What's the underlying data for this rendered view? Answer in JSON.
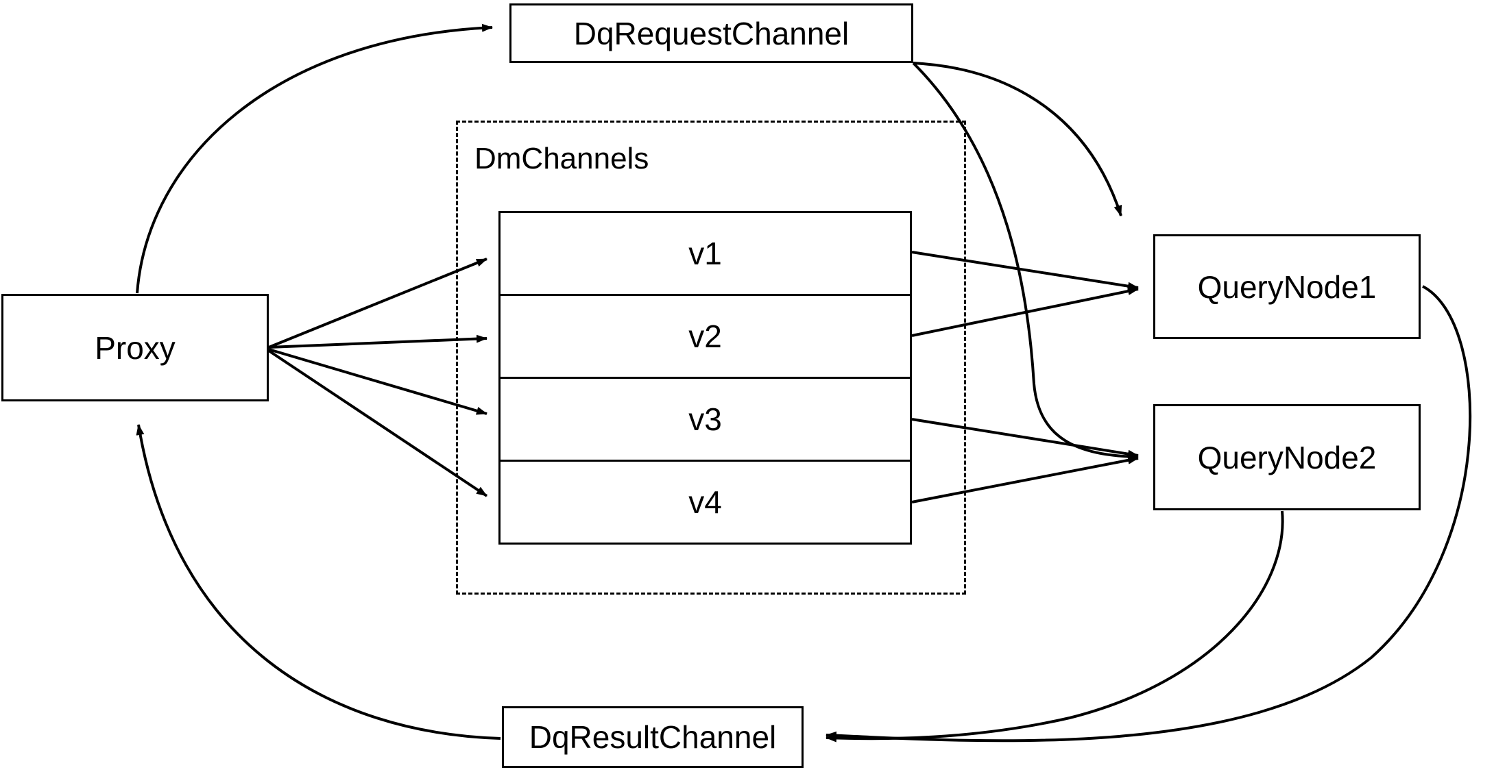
{
  "diagram": {
    "title": "Milvus query flow: Proxy, DmChannels and QueryNodes",
    "background_color": "#ffffff",
    "stroke_color": "#000000",
    "nodes": {
      "proxy": {
        "label": "Proxy"
      },
      "dq_request_channel": {
        "label": "DqRequestChannel"
      },
      "dq_result_channel": {
        "label": "DqResultChannel"
      },
      "query_node_1": {
        "label": "QueryNode1"
      },
      "query_node_2": {
        "label": "QueryNode2"
      }
    },
    "group": {
      "dm_channels": {
        "title": "DmChannels",
        "rows": [
          {
            "label": "v1"
          },
          {
            "label": "v2"
          },
          {
            "label": "v3"
          },
          {
            "label": "v4"
          }
        ]
      }
    },
    "edges": [
      {
        "from": "Proxy",
        "to": "DqRequestChannel",
        "style": "curved",
        "arrow": "to"
      },
      {
        "from": "Proxy",
        "to": "v1",
        "style": "straight",
        "arrow": "to"
      },
      {
        "from": "Proxy",
        "to": "v2",
        "style": "straight",
        "arrow": "to"
      },
      {
        "from": "Proxy",
        "to": "v3",
        "style": "straight",
        "arrow": "to"
      },
      {
        "from": "Proxy",
        "to": "v4",
        "style": "straight",
        "arrow": "to"
      },
      {
        "from": "DqRequestChannel",
        "to": "QueryNode1",
        "style": "curved",
        "arrow": "to"
      },
      {
        "from": "DqRequestChannel",
        "to": "QueryNode2",
        "style": "curved",
        "arrow": "to"
      },
      {
        "from": "v1",
        "to": "QueryNode1",
        "style": "straight",
        "arrow": "to"
      },
      {
        "from": "v2",
        "to": "QueryNode1",
        "style": "straight",
        "arrow": "to"
      },
      {
        "from": "v3",
        "to": "QueryNode2",
        "style": "straight",
        "arrow": "to"
      },
      {
        "from": "v4",
        "to": "QueryNode2",
        "style": "straight",
        "arrow": "to"
      },
      {
        "from": "QueryNode1",
        "to": "DqResultChannel",
        "style": "curved",
        "arrow": "to"
      },
      {
        "from": "QueryNode2",
        "to": "DqResultChannel",
        "style": "curved",
        "arrow": "to"
      },
      {
        "from": "DqResultChannel",
        "to": "Proxy",
        "style": "curved",
        "arrow": "to"
      }
    ]
  }
}
